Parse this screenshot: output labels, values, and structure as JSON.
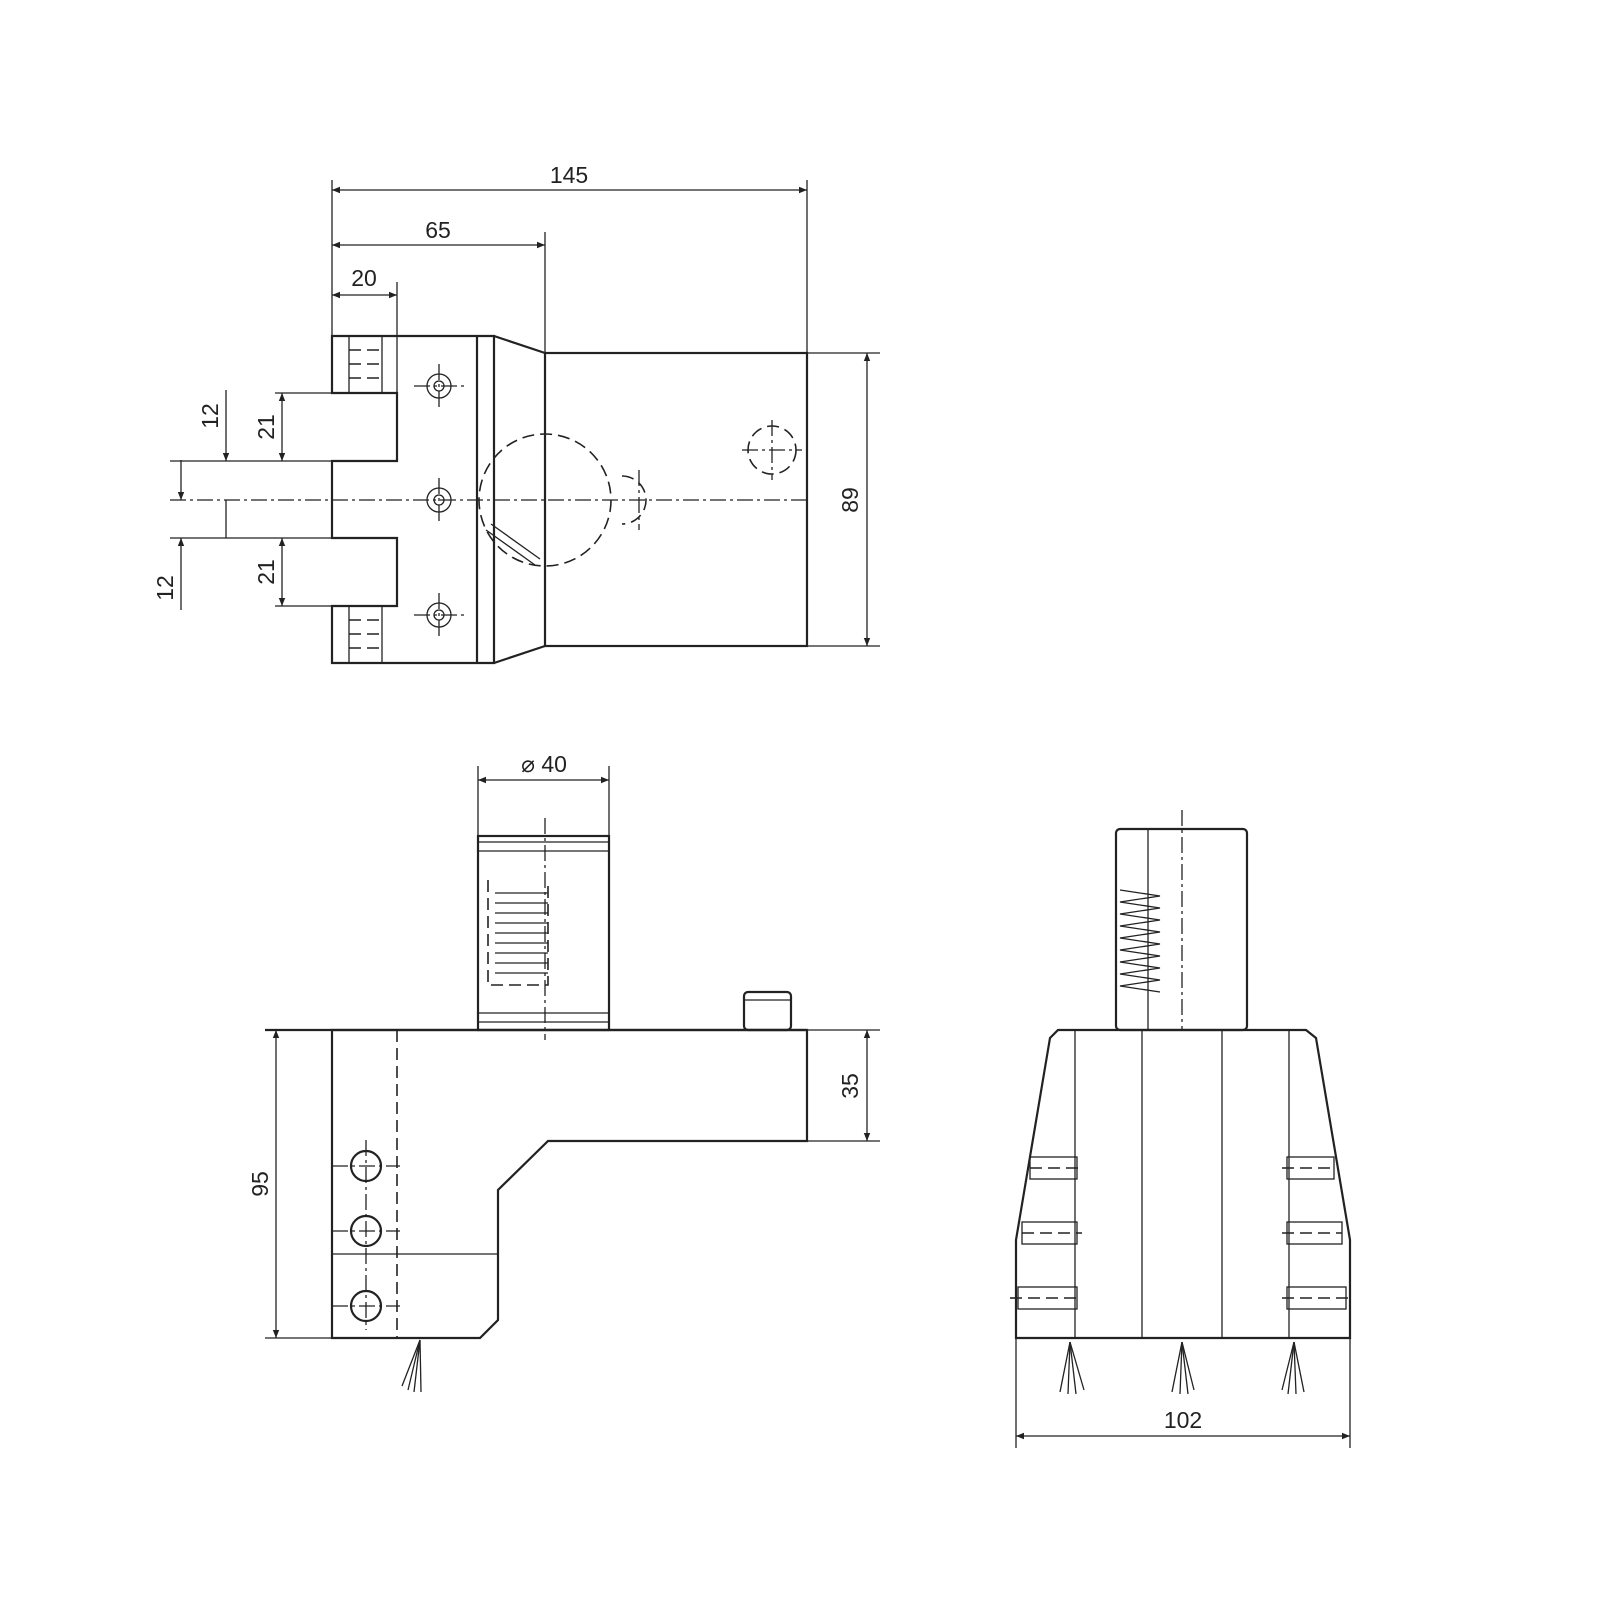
{
  "dimensions": {
    "top_overall_length": "145",
    "top_body_offset": "65",
    "top_flange_width": "20",
    "top_height": "89",
    "slot_offset_upper": "12",
    "slot_offset_lower": "12",
    "slot_width_upper": "21",
    "slot_width_lower": "21",
    "shank_diameter": "⌀ 40",
    "body_height_total": "95",
    "body_height_upper": "35",
    "end_view_width": "102"
  }
}
